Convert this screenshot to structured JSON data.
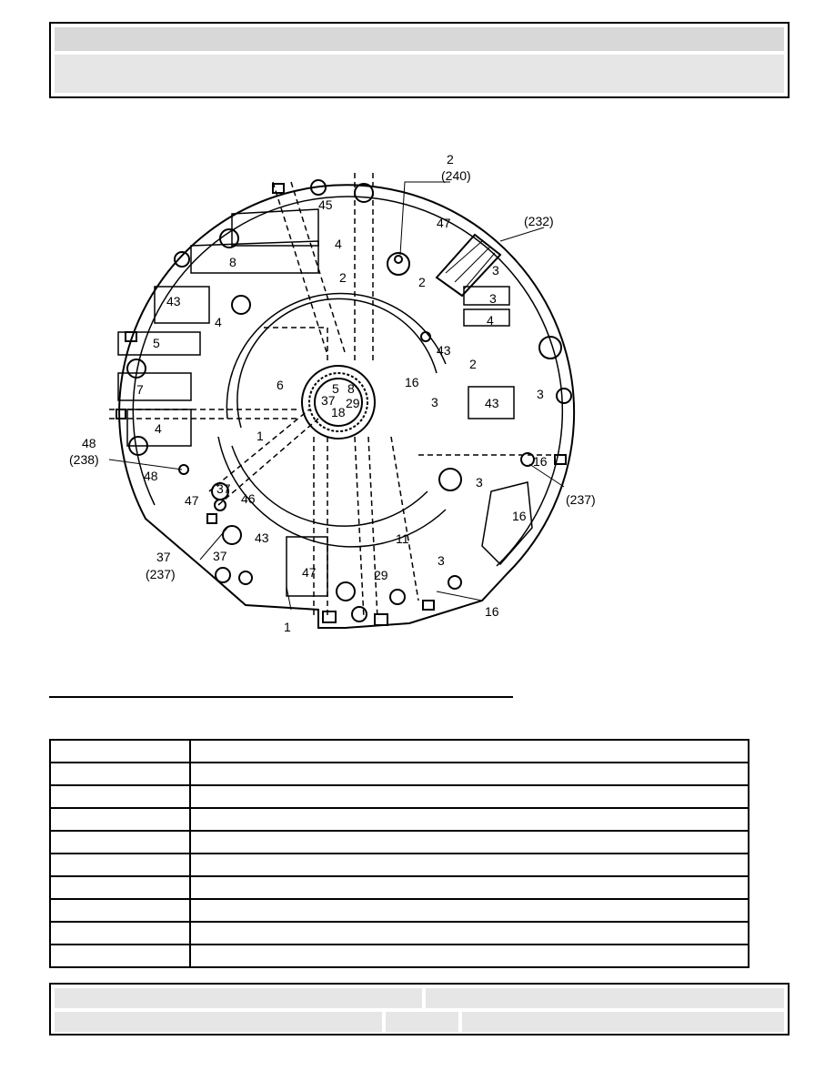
{
  "diagram": {
    "labels": {
      "l2_top": "2",
      "l240": "(240)",
      "l232": "(232)",
      "l45": "45",
      "l47_top": "47",
      "l8_left": "8",
      "l4_a": "4",
      "l2_b": "2",
      "l2_c": "2",
      "l3_a": "3",
      "l3_b": "3",
      "l4_b": "4",
      "l43_left": "43",
      "l4_c": "4",
      "l5_left": "5",
      "l43_mid": "43",
      "l2_d": "2",
      "l7": "7",
      "l6": "6",
      "l5_center": "5",
      "l8_center": "8",
      "l37_center": "37",
      "l29_center": "29",
      "l18": "18",
      "l16_center": "16",
      "l3_c": "3",
      "l43_right": "43",
      "l3_d": "3",
      "l4_d": "4",
      "l1_mid": "1",
      "l48": "48",
      "l238": "(238)",
      "l48_inner": "48",
      "l37_a": "37",
      "l47_left": "47",
      "l46": "46",
      "l16_right": "16",
      "l237_right": "(237)",
      "l3_e": "3",
      "l16_mid": "16",
      "l43_low": "43",
      "l11": "11",
      "l3_f": "3",
      "l37_b": "37",
      "l37_c": "37",
      "l237_left": "(237)",
      "l47_low": "47",
      "l29_low": "29",
      "l16_low": "16",
      "l1_low": "1"
    }
  },
  "legend_table": {
    "rows": [
      {
        "key": "",
        "value": ""
      },
      {
        "key": "",
        "value": ""
      },
      {
        "key": "",
        "value": ""
      },
      {
        "key": "",
        "value": ""
      },
      {
        "key": "",
        "value": ""
      },
      {
        "key": "",
        "value": ""
      },
      {
        "key": "",
        "value": ""
      },
      {
        "key": "",
        "value": ""
      },
      {
        "key": "",
        "value": ""
      },
      {
        "key": "",
        "value": ""
      }
    ]
  },
  "colors": {
    "line": "#000000",
    "header_fill": "#d8d8d8",
    "panel_fill": "#e6e6e6"
  }
}
